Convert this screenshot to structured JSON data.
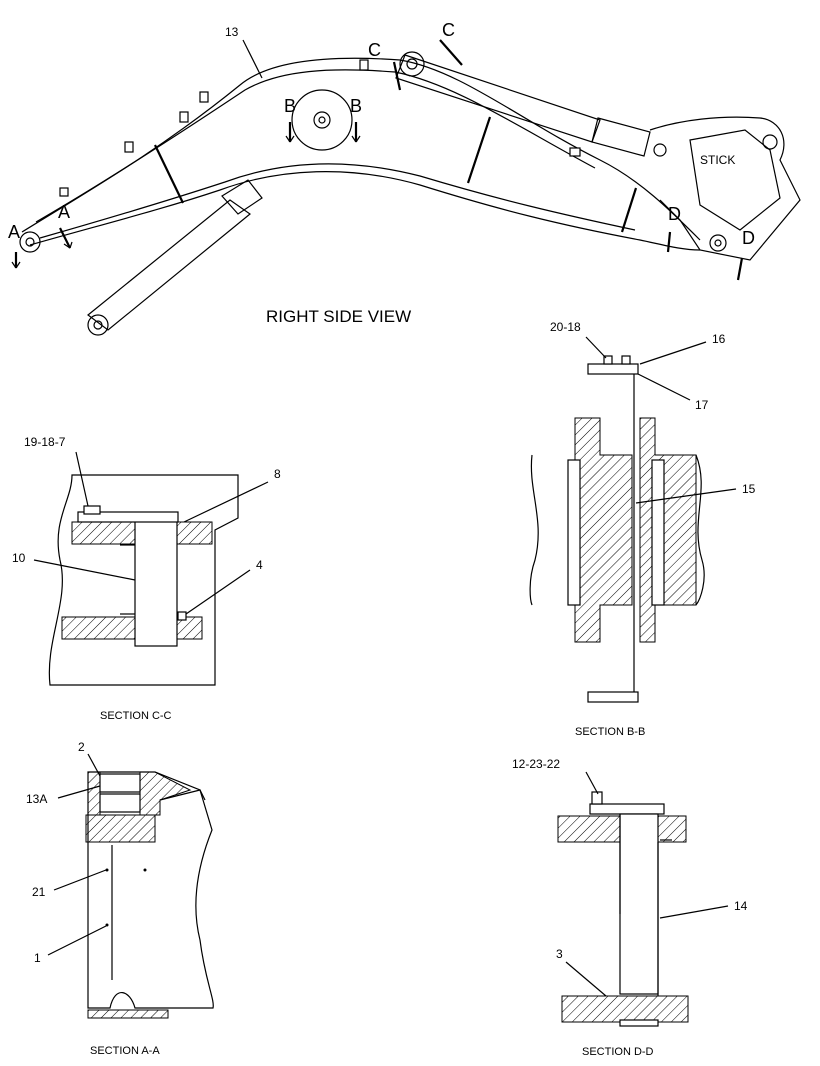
{
  "main_view": {
    "caption": "RIGHT SIDE VIEW",
    "stick_label": "STICK",
    "part_13": "13",
    "section_letters": {
      "a": "A",
      "b": "B",
      "c": "C",
      "d": "D"
    }
  },
  "section_cc": {
    "caption": "SECTION C-C",
    "callouts": [
      "19-18-7",
      "8",
      "10",
      "4"
    ]
  },
  "section_bb": {
    "caption": "SECTION B-B",
    "callouts": [
      "20-18",
      "16",
      "17",
      "15"
    ]
  },
  "section_aa": {
    "caption": "SECTION A-A",
    "callouts": [
      "2",
      "13A",
      "21",
      "1"
    ]
  },
  "section_dd": {
    "caption": "SECTION D-D",
    "callouts": [
      "12-23-22",
      "14",
      "3"
    ]
  }
}
